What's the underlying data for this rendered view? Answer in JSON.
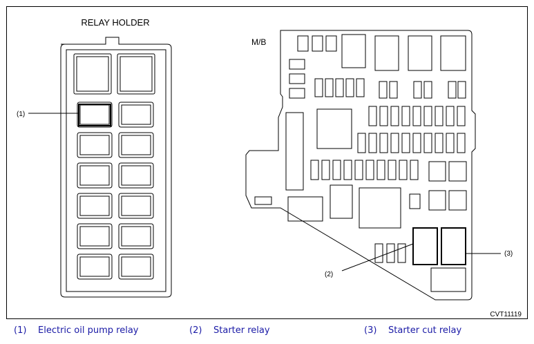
{
  "figure": {
    "relay_holder_title": "RELAY HOLDER",
    "mb_label": "M/B",
    "callout_1": "(1)",
    "callout_2": "(2)",
    "callout_3": "(3)",
    "figure_code": "CVT11119"
  },
  "legend": {
    "items": [
      {
        "num": "(1)",
        "text": "Electric oil pump relay"
      },
      {
        "num": "(2)",
        "text": "Starter relay"
      },
      {
        "num": "(3)",
        "text": "Starter cut relay"
      }
    ]
  }
}
